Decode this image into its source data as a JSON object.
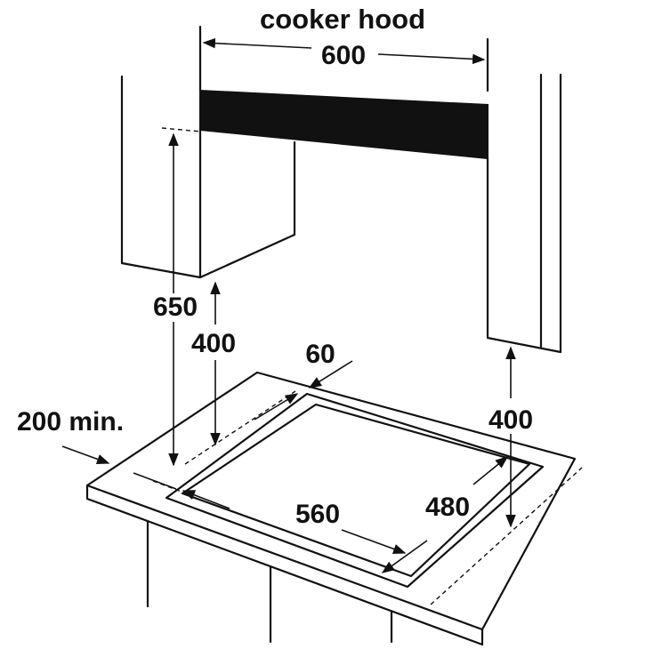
{
  "labels": {
    "title": "cooker hood",
    "hood_width": "600",
    "height_650": "650",
    "height_400_left": "400",
    "depth_60": "60",
    "side_200": "200 min.",
    "height_400_right": "400",
    "cutout_560": "560",
    "cutout_480": "480"
  },
  "colors": {
    "line": "#111111",
    "hood_fill": "#111111",
    "background": "#ffffff"
  }
}
